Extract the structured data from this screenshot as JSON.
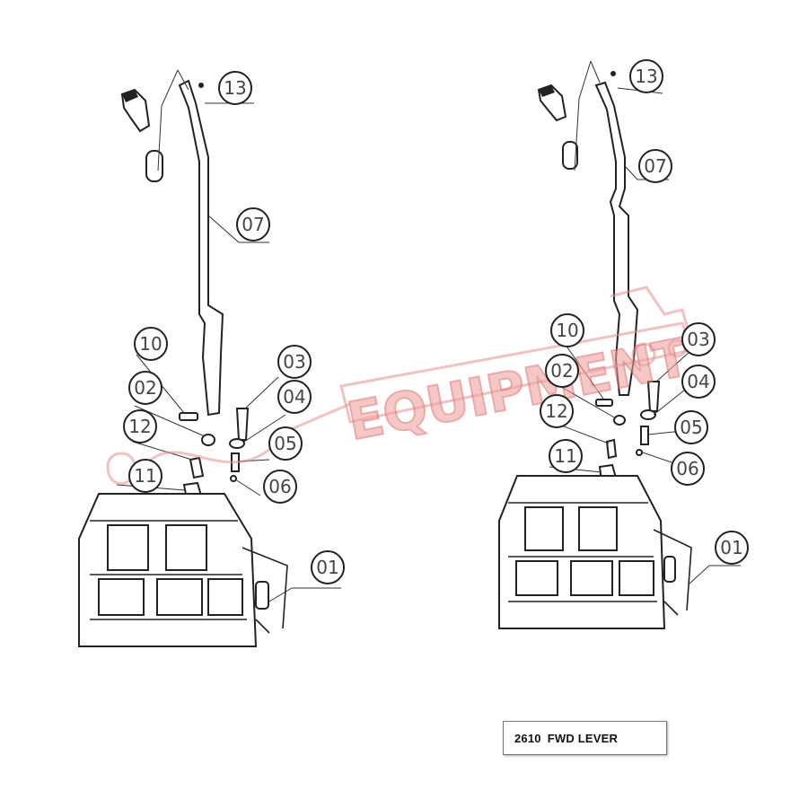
{
  "watermark": {
    "text": "EQUIPMENT",
    "color": "#e07070"
  },
  "caption": {
    "model": "2610",
    "title": "FWD LEVER"
  },
  "left_callouts": [
    "13",
    "07",
    "10",
    "02",
    "12",
    "11",
    "03",
    "04",
    "05",
    "06",
    "01"
  ],
  "right_callouts": [
    "13",
    "07",
    "10",
    "02",
    "12",
    "11",
    "03",
    "04",
    "05",
    "06",
    "01"
  ]
}
